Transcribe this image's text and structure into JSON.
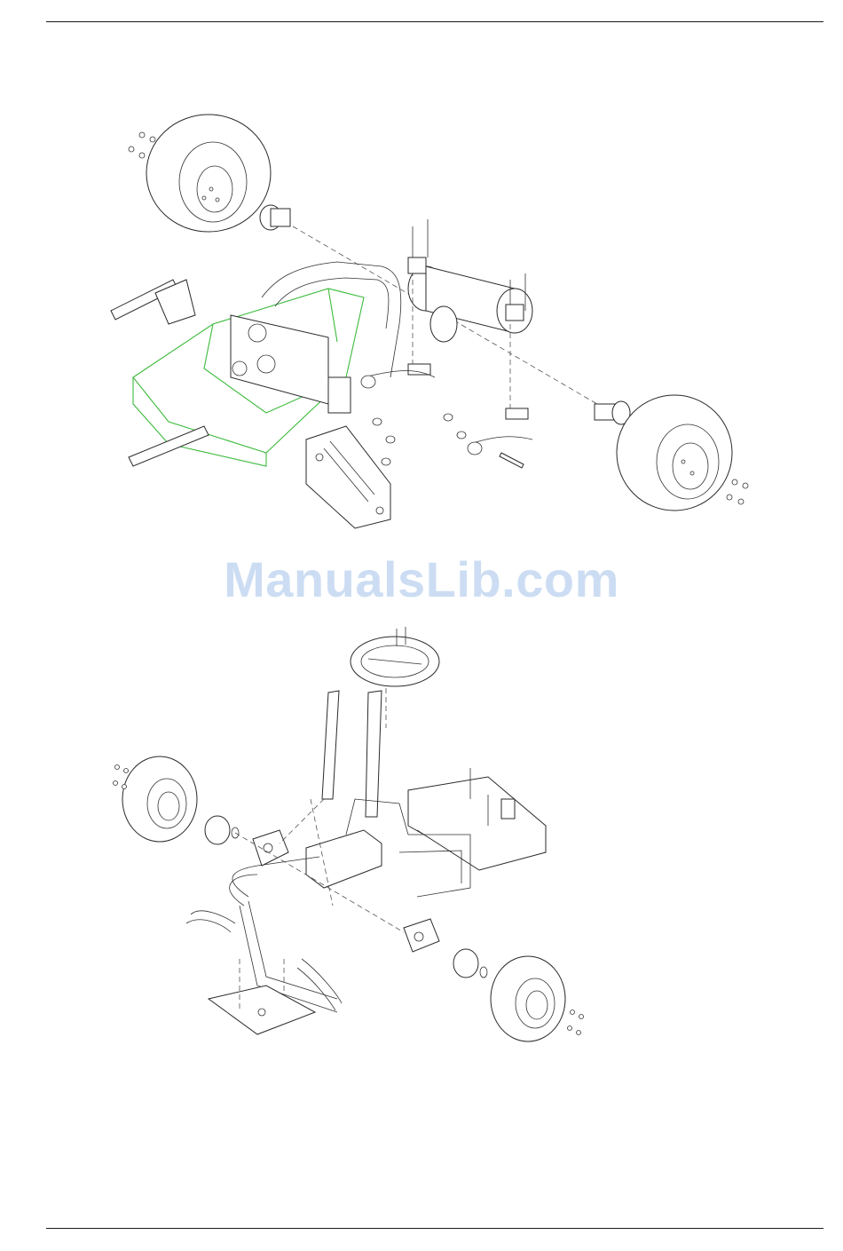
{
  "watermark": {
    "text": "ManualsLib.com"
  },
  "figures": {
    "top": {
      "description_icon": "exploded-rear-chassis-assembly"
    },
    "bottom": {
      "description_icon": "exploded-front-chassis-steering-assembly"
    }
  },
  "colors": {
    "rule": "#1a1a1a",
    "watermark": "#c7daf2",
    "highlight": "#3dbb3d"
  }
}
